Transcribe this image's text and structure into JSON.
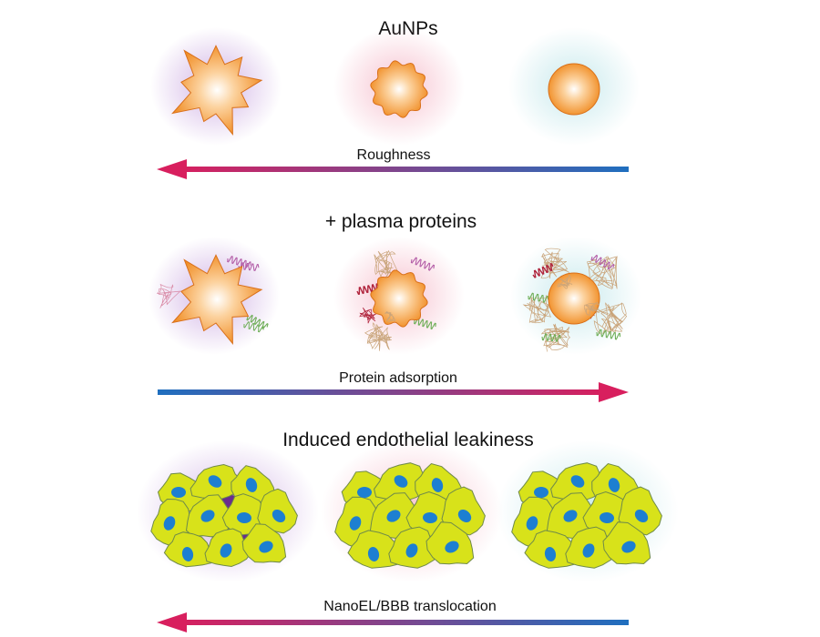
{
  "sections": [
    {
      "id": "aunps",
      "title": "AuNPs",
      "arrow_label": "Roughness",
      "arrow_direction": "left"
    },
    {
      "id": "plasma",
      "title": "+ plasma proteins",
      "arrow_label": "Protein adsorption",
      "arrow_direction": "right"
    },
    {
      "id": "leakiness",
      "title": "Induced endothelial leakiness",
      "arrow_label": "NanoEL/BBB translocation",
      "arrow_direction": "left"
    }
  ],
  "particle_shapes": [
    "spiky",
    "wavy",
    "smooth"
  ],
  "colors": {
    "gold_particle": "#f08a1f",
    "gold_highlight": "#ffffff",
    "arrow_red": "#d81f5e",
    "arrow_blue": "#1f6fbf",
    "cell_fill": "#d8e21a",
    "cell_stroke": "#6f8a4a",
    "nucleus": "#1d7fd1",
    "gap_purple": "#6a2c8e",
    "gap_magenta": "#e0187a",
    "glow_purple": "#c9a6e0",
    "glow_pink": "#f5b8c8",
    "glow_teal": "#bfe6ea"
  }
}
